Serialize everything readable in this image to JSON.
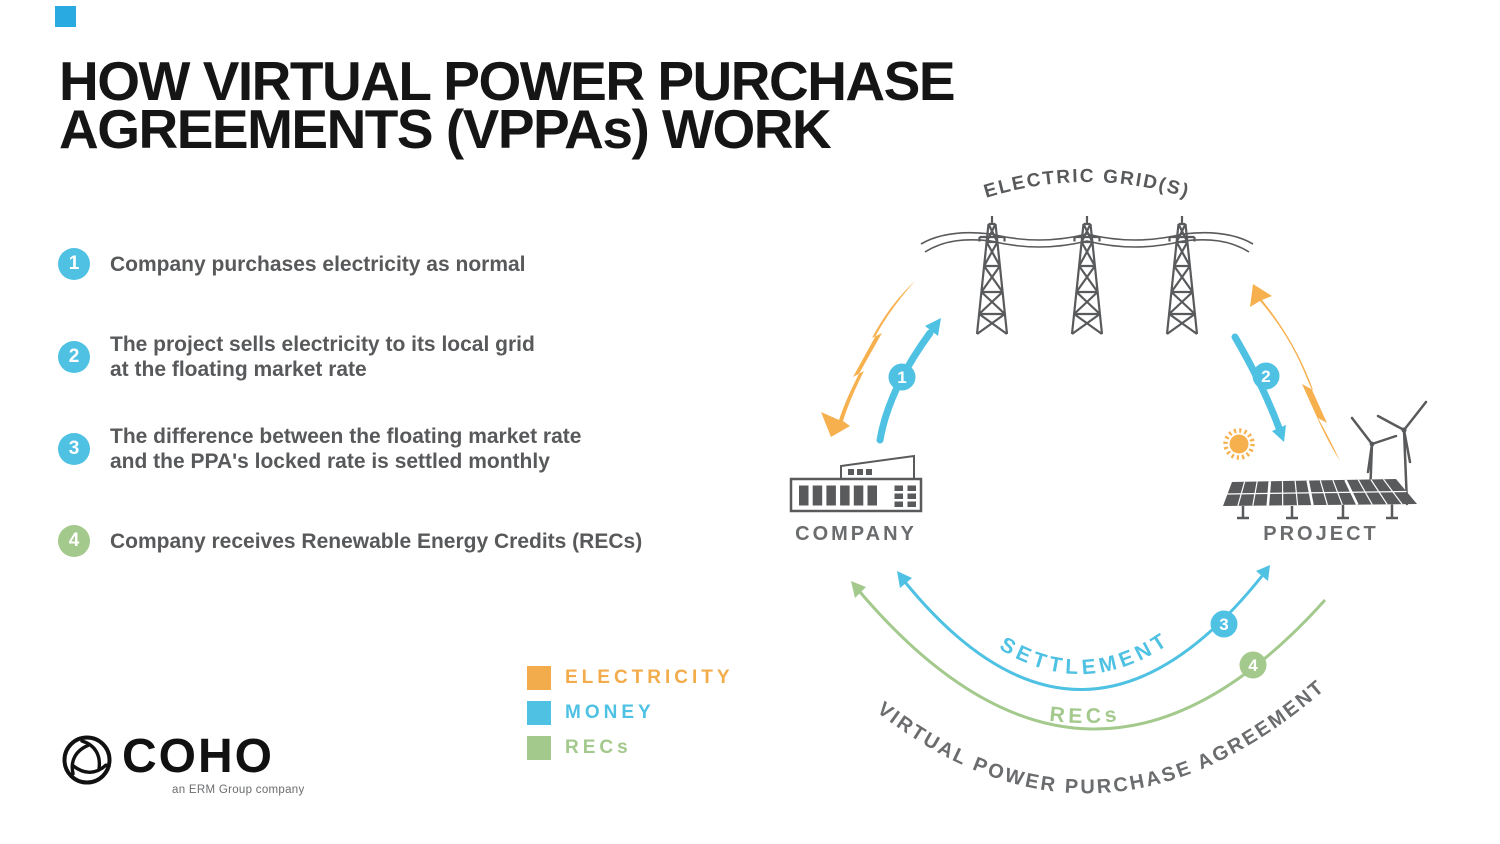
{
  "colors": {
    "electricity_orange": "#F3AC4B",
    "money_blue": "#4FC1E3",
    "recs_green": "#A3C98C",
    "icon_gray": "#595A5C",
    "text_gray": "#58595B",
    "label_gray": "#6A6C6E",
    "accent_square_blue": "#29ABE2",
    "title_black": "#151515"
  },
  "title": {
    "line1": "HOW VIRTUAL POWER PURCHASE",
    "line2": "AGREEMENTS (VPPAs) WORK"
  },
  "steps": [
    {
      "number": "1",
      "line1": "Company purchases electricity as normal",
      "line2": ""
    },
    {
      "number": "2",
      "line1": "The project sells electricity to its local grid",
      "line2": "at the floating market rate"
    },
    {
      "number": "3",
      "line1": "The difference between the floating market rate",
      "line2": "and the PPA's locked rate is settled monthly"
    },
    {
      "number": "4",
      "line1": "Company receives Renewable Energy Credits (RECs)",
      "line2": ""
    }
  ],
  "legend": [
    {
      "label": "ELECTRICITY",
      "color": "#F3AC4B"
    },
    {
      "label": "MONEY",
      "color": "#4FC1E3"
    },
    {
      "label": "RECs",
      "color": "#A3C98C"
    }
  ],
  "logo": {
    "name": "COHO",
    "tagline": "an ERM Group company"
  },
  "diagram": {
    "grid_label": "ELECTRIC GRID(S)",
    "company_label": "COMPANY",
    "project_label": "PROJECT",
    "settlement_label": "SETTLEMENT",
    "recs_label": "RECs",
    "vppa_label": "VIRTUAL POWER PURCHASE AGREEMENT",
    "badges": [
      "1",
      "2",
      "3",
      "4"
    ]
  }
}
